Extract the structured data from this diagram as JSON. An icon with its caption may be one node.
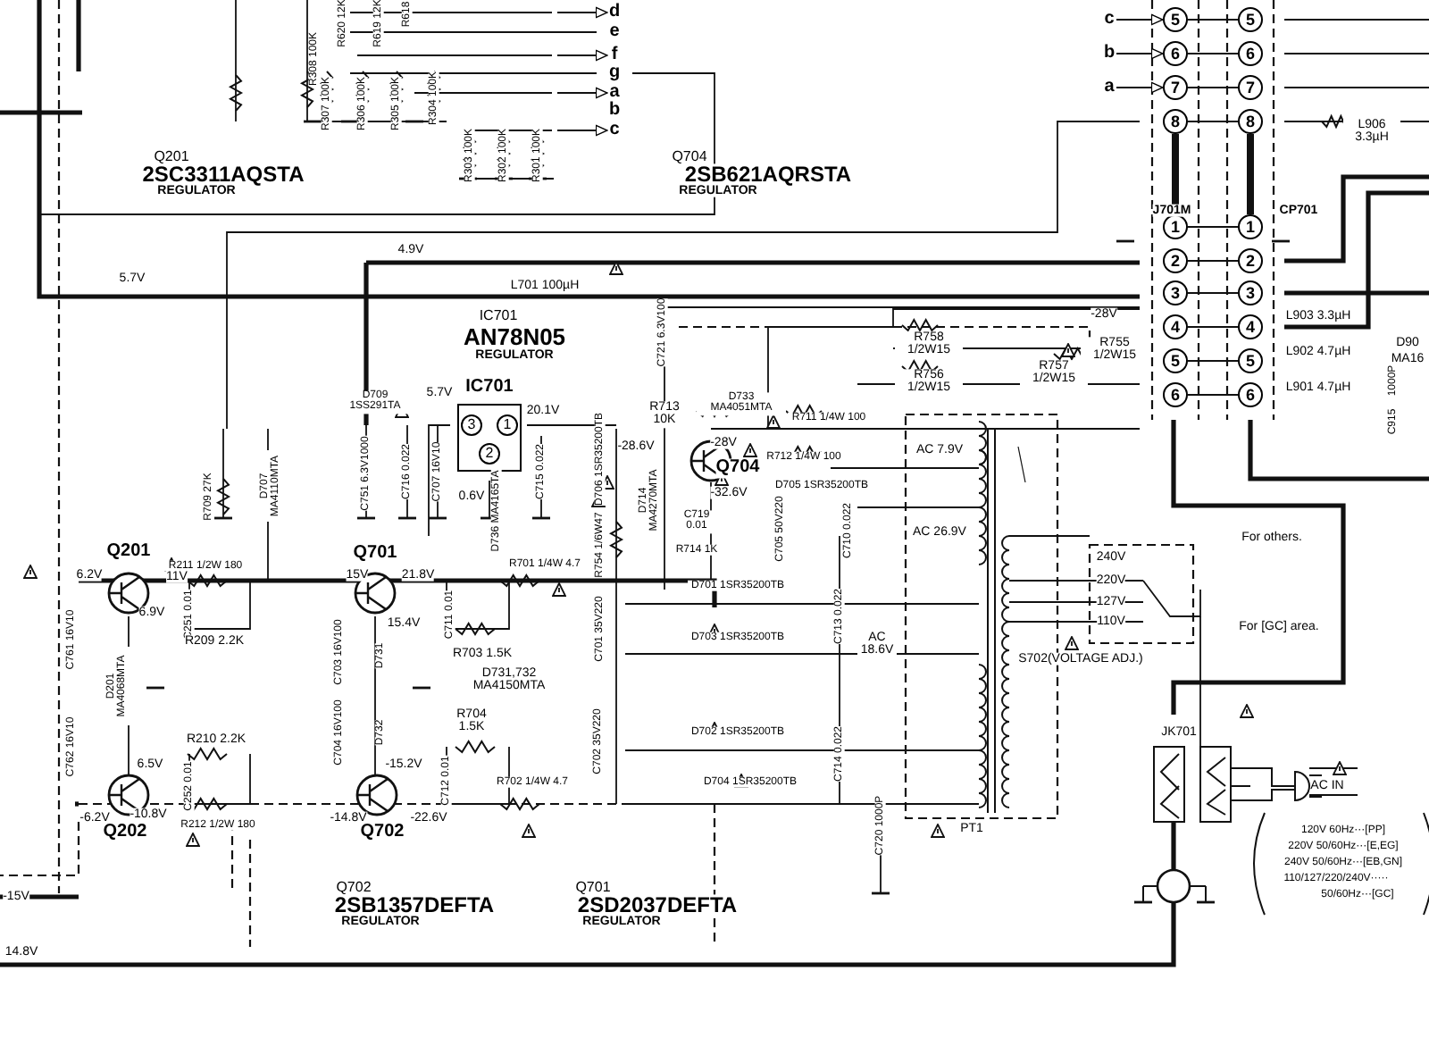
{
  "diagram": {
    "nodes": [
      {
        "text": [
          "d"
        ]
      },
      {
        "text": [
          "e"
        ]
      },
      {
        "text": [
          "f"
        ]
      },
      {
        "text": [
          "g"
        ]
      },
      {
        "text": [
          "a"
        ]
      },
      {
        "text": [
          "b"
        ]
      },
      {
        "text": [
          "c"
        ]
      },
      {
        "text": [
          "c"
        ]
      },
      {
        "text": [
          "b"
        ]
      },
      {
        "text": [
          "a"
        ]
      },
      {
        "text": [
          "5"
        ]
      },
      {
        "text": [
          "6"
        ]
      },
      {
        "text": [
          "7"
        ]
      },
      {
        "text": [
          "8"
        ]
      },
      {
        "text": [
          "5"
        ]
      },
      {
        "text": [
          "6"
        ]
      },
      {
        "text": [
          "7"
        ]
      },
      {
        "text": [
          "8"
        ]
      },
      {
        "text": [
          "1"
        ]
      },
      {
        "text": [
          "2"
        ]
      },
      {
        "text": [
          "3"
        ]
      },
      {
        "text": [
          "4"
        ]
      },
      {
        "text": [
          "5"
        ]
      },
      {
        "text": [
          "6"
        ]
      },
      {
        "text": [
          "1"
        ]
      },
      {
        "text": [
          "2"
        ]
      },
      {
        "text": [
          "3"
        ]
      },
      {
        "text": [
          "4"
        ]
      },
      {
        "text": [
          "5"
        ]
      },
      {
        "text": [
          "6"
        ]
      },
      {
        "text": [
          "IC701"
        ]
      },
      {
        "text": [
          "3"
        ],
        "in": 30
      },
      {
        "text": [
          "1"
        ],
        "in": 30
      },
      {
        "text": [
          "2"
        ],
        "in": 30
      }
    ],
    "edges": [
      {
        "from": null,
        "to": 0,
        "arrow": "to"
      },
      {
        "from": null,
        "to": 2,
        "arrow": "to"
      },
      {
        "from": null,
        "to": 4,
        "arrow": "to"
      },
      {
        "from": null,
        "to": 6,
        "arrow": "to"
      },
      {
        "from": 7,
        "to": 10,
        "arrow": "to"
      },
      {
        "from": 8,
        "to": 11,
        "arrow": "to"
      },
      {
        "from": 9,
        "to": 12,
        "arrow": "to"
      },
      {
        "from": 10,
        "to": 14,
        "arrow": "none"
      },
      {
        "from": 11,
        "to": 15,
        "arrow": "none"
      },
      {
        "from": 12,
        "to": 16,
        "arrow": "none"
      },
      {
        "from": 13,
        "to": 17,
        "arrow": "none"
      },
      {
        "from": 13,
        "to": 18,
        "arrow": "none",
        "style": "thick"
      },
      {
        "from": 17,
        "to": 24,
        "arrow": "none",
        "style": "thick"
      },
      {
        "from": 18,
        "to": 24,
        "arrow": "none"
      },
      {
        "from": 19,
        "to": 25,
        "arrow": "none"
      },
      {
        "from": 20,
        "to": 26,
        "arrow": "none"
      },
      {
        "from": 21,
        "to": 27,
        "arrow": "none"
      },
      {
        "from": 22,
        "to": 28,
        "arrow": "none"
      },
      {
        "from": 23,
        "to": 29,
        "arrow": "none"
      }
    ],
    "labels": [
      "R308 100K",
      "R620 12K",
      "R619 12K",
      "R618",
      "R307 100K",
      "R306 100K",
      "R305 100K",
      "R304 100K",
      "R303 100K",
      "R302 100K",
      "R301 100K",
      "Q201",
      "2SC3311AQSTA",
      "REGULATOR",
      "Q704",
      "2SB621AQRSTA",
      "REGULATOR",
      "L906 3.3µH",
      "J701M",
      "CP701",
      "4.9V",
      "5.7V",
      "L701 100µH",
      "IC701",
      "AN78N05",
      "REGULATOR",
      "-28V",
      "R758 1/2W15",
      "R755 1/2W15",
      "L903 3.3µH",
      "C721 6.3V100",
      "D90",
      "MA16",
      "L902 4.7µH",
      "R757 1/2W15",
      "R756 1/2W15",
      "L901 4.7µH",
      "1000P",
      "C915",
      "D709 1SS291TA",
      "5.7V",
      "20.1V",
      "R713 10K",
      "D733 MA4051MTA",
      "R711 1/4W 100",
      "R712 1/4W 100",
      "AC 7.9V",
      "C751 6.3V1000",
      "C716 0.022",
      "C707 16V10",
      "0.6V",
      "D736 MA4165TA",
      "C715 0.022",
      "D706 1SR35200TB",
      "-28.6V",
      "-28V",
      "Q704",
      "D714 MA4270MTA",
      "-32.6V",
      "D705 1SR35200TB",
      "R709 27K",
      "D707 MA4110MTA",
      "C719 0.01",
      "C705 50V220",
      "C710 0.022",
      "AC 26.9V",
      "R754 1/6W47",
      "R714 1K",
      "For others.",
      "240V",
      "Q201",
      "R211 1/2W 180",
      "Q701",
      "R701 1/4W 4.7",
      "6.2V",
      "11V",
      "15V",
      "21.8V",
      "220V",
      "D701 1SR35200TB",
      "127V",
      "6.9V",
      "C251 0.01",
      "15.4V",
      "C711 0.01",
      "C701 35V220",
      "C713 0.022",
      "110V",
      "For [GC] area.",
      "R209 2.2K",
      "R703 1.5K",
      "D703 1SR35200TB",
      "AC 18.6V",
      "C761 16V10",
      "D201 MA4068MTA",
      "C703 16V100",
      "D731",
      "D731,732 MA4150MTA",
      "S702(VOLTAGE ADJ.)",
      "C762 16V10",
      "R210 2.2K",
      "C704 16V100",
      "D732",
      "R704 1.5K",
      "C702 35V220",
      "D702 1SR35200TB",
      "C714 0.022",
      "JK701",
      "6.5V",
      "-15.2V",
      "C252 0.01",
      "C712 0.01",
      "R702 1/4W 4.7",
      "D704 1SR35200TB",
      "AC IN",
      "-6.2V",
      "-10.8V",
      "R212 1/2W 180",
      "-14.8V",
      "-22.6V",
      "Q202",
      "Q702",
      "C720 1000P",
      "PT1",
      "120V 60Hz···[PP]",
      "220V 50/60Hz···[E,EG]",
      "240V 50/60Hz···[EB,GN]",
      "110/127/220/240V·····",
      "50/60Hz···[GC]",
      "Q702",
      "2SB1357DEFTA",
      "REGULATOR",
      "Q701",
      "2SD2037DEFTA",
      "REGULATOR",
      "-15V",
      "14.8V"
    ]
  }
}
